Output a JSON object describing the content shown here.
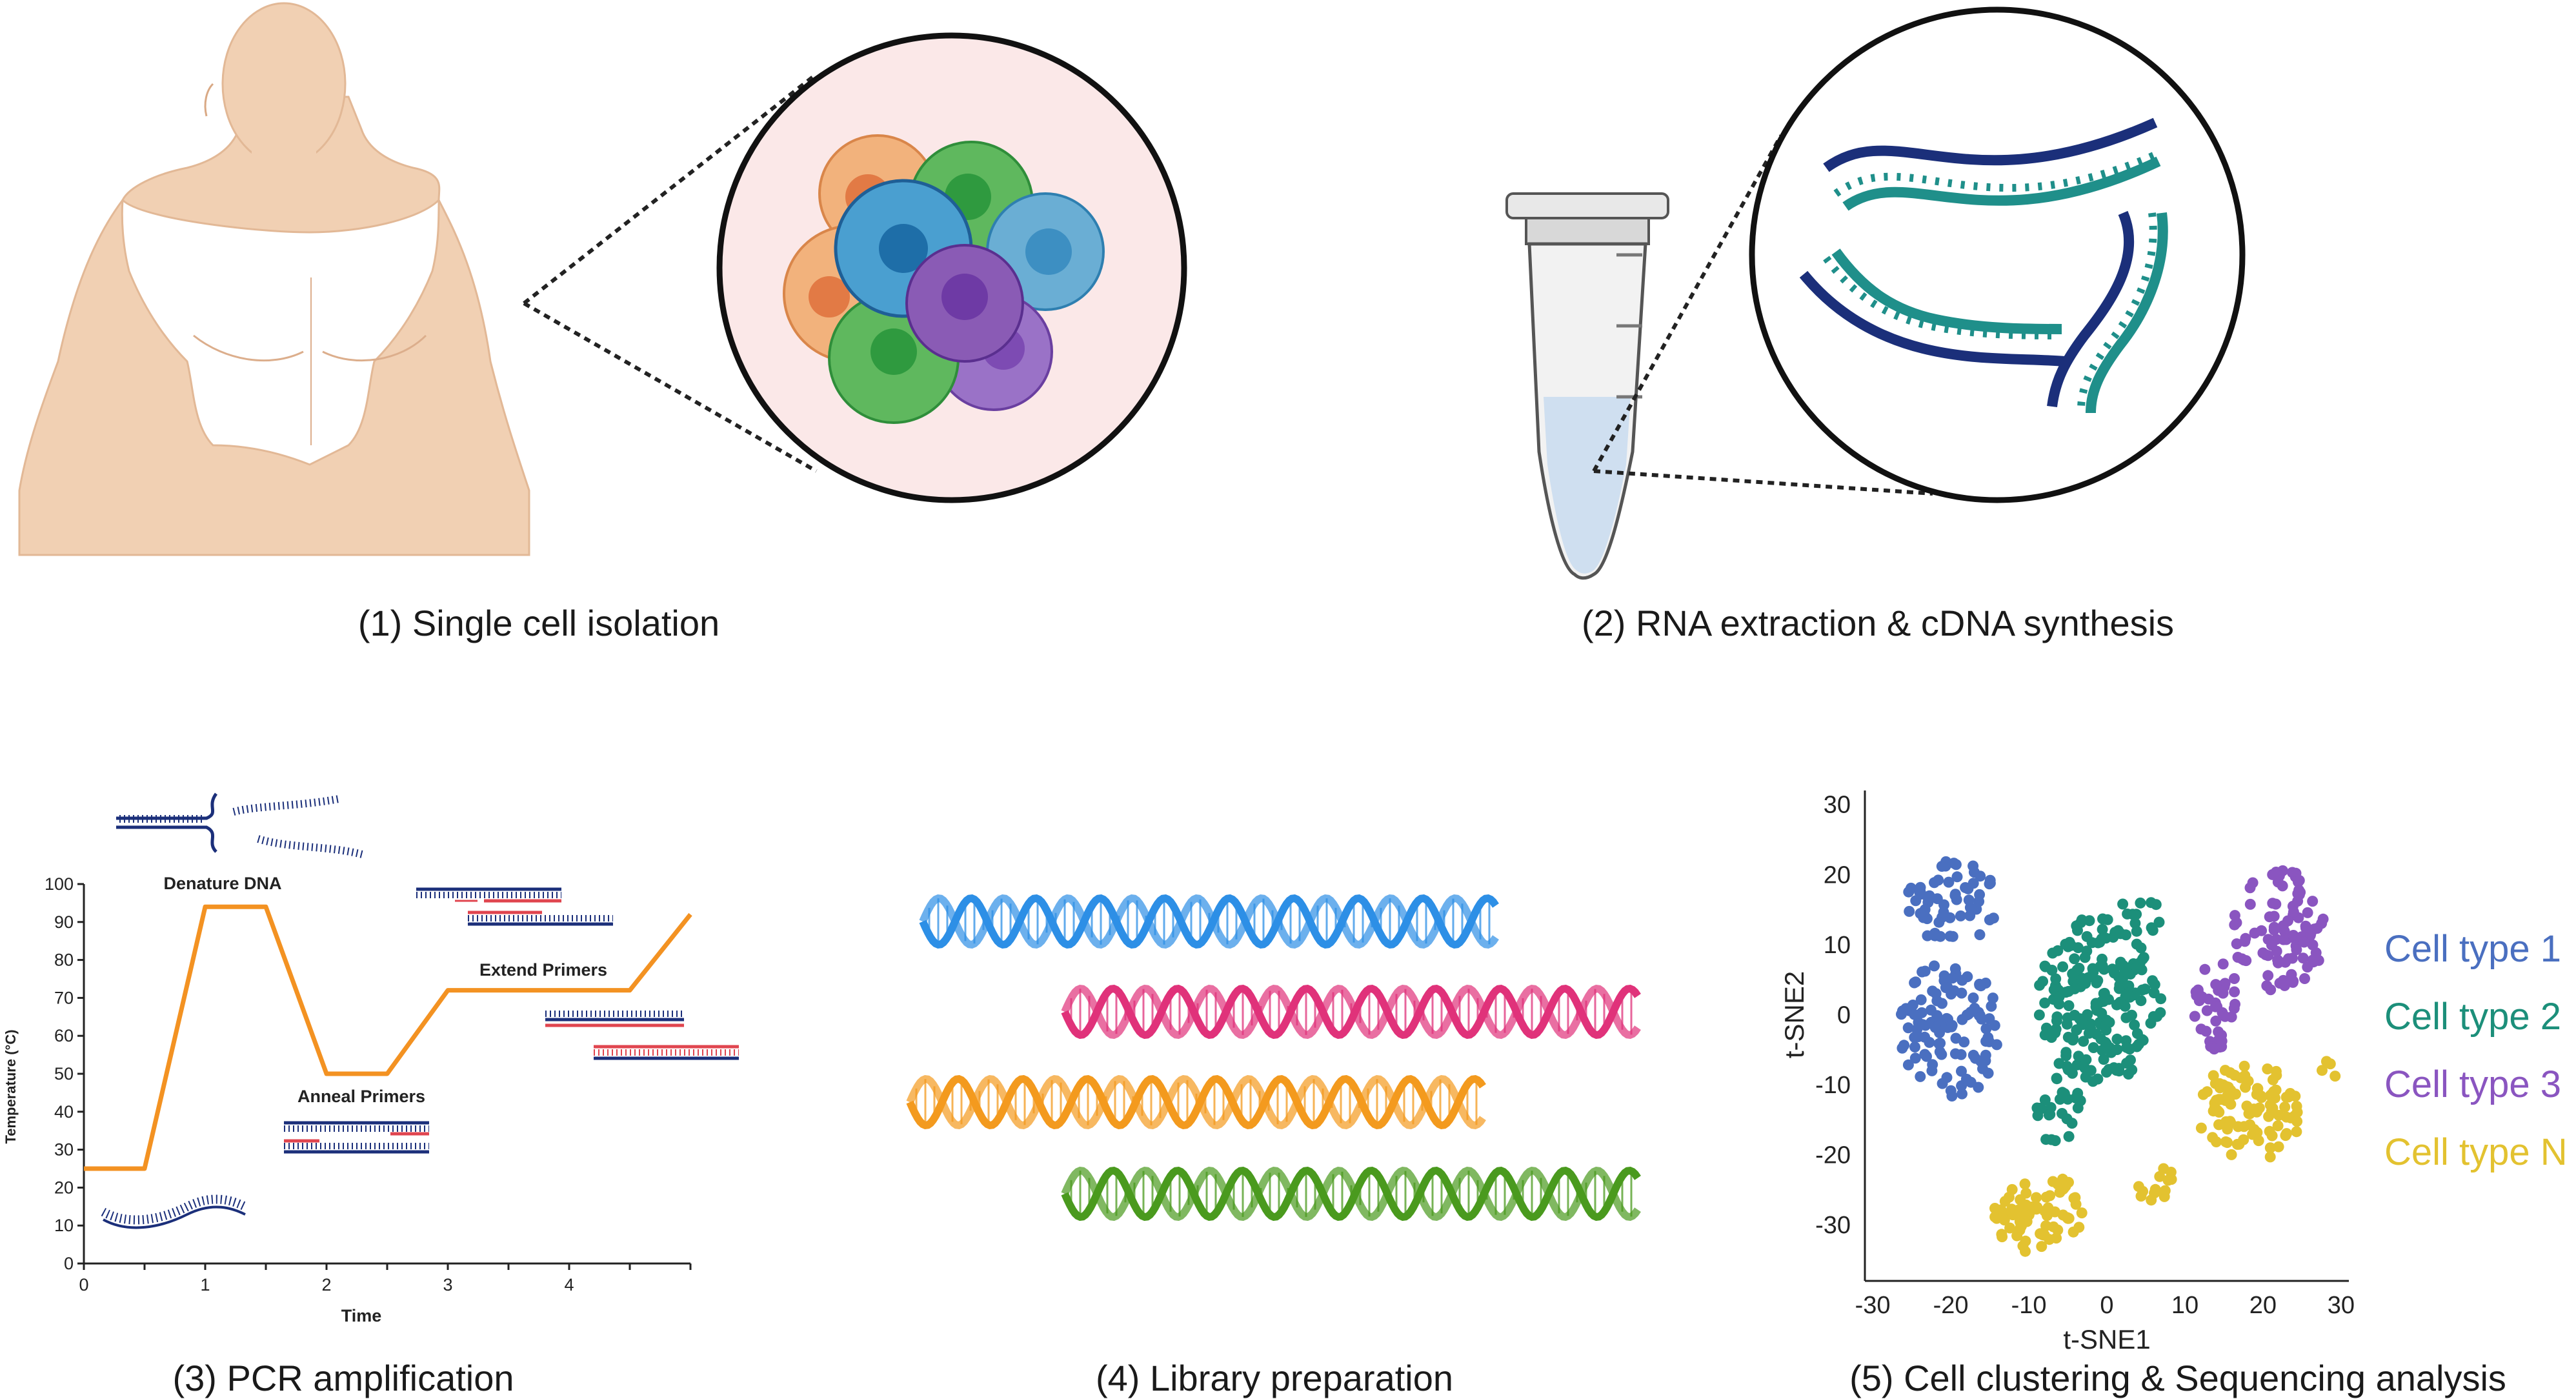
{
  "captions": {
    "step1": "(1) Single cell isolation",
    "step2": "(2) RNA extraction & cDNA synthesis",
    "step3": "(3) PCR amplification",
    "step4": "(4) Library preparation",
    "step5": "(5) Cell clustering & Sequencing analysis"
  },
  "icons": {
    "body": "human-torso-icon",
    "cells": "cell-cluster-icon",
    "tube": "microcentrifuge-tube-icon",
    "rna": "rna-strand-icon",
    "dna": "dna-helix-icon"
  },
  "colors": {
    "skin": "#f1d0b3",
    "cell_orange": "#f2b27c",
    "cell_green": "#5fb85e",
    "cell_blue": "#4a9fd0",
    "cell_purple": "#8a5bb5",
    "rna_dark": "#1b2f7a",
    "rna_teal": "#1f8f8a",
    "pcr_line": "#f39222",
    "primer_red": "#e0454f",
    "helix_blue": "#2d8fe6",
    "helix_pink": "#e0327a",
    "helix_orange": "#f39a1e",
    "helix_green": "#4a9a1e"
  },
  "pcr": {
    "labels": {
      "denature": "Denature DNA",
      "anneal": "Anneal Primers",
      "extend": "Extend Primers"
    },
    "chart_data": {
      "type": "line",
      "xlabel": "Time",
      "ylabel": "Temperature (°C)",
      "xlim": [
        0,
        5
      ],
      "ylim": [
        0,
        100
      ],
      "x_ticks": [
        "0",
        "1",
        "2",
        "3",
        "4"
      ],
      "y_ticks": [
        "0",
        "10",
        "20",
        "30",
        "40",
        "50",
        "60",
        "70",
        "80",
        "90",
        "100"
      ],
      "x": [
        0,
        0.5,
        1.0,
        1.5,
        2.0,
        2.5,
        3.0,
        3.5,
        4.5,
        5.0
      ],
      "y": [
        25,
        25,
        94,
        94,
        50,
        50,
        72,
        72,
        72,
        92
      ]
    }
  },
  "tsne": {
    "chart_data": {
      "type": "scatter",
      "xlabel": "t-SNE1",
      "ylabel": "t-SNE2",
      "xlim": [
        -31,
        31
      ],
      "ylim": [
        -38,
        32
      ],
      "x_ticks": [
        "-30",
        "-20",
        "-10",
        "0",
        "10",
        "20",
        "30"
      ],
      "y_ticks": [
        "30",
        "20",
        "10",
        "0",
        "-10",
        "-20",
        "-30"
      ],
      "series": [
        {
          "name": "Cell type 1",
          "color": "#4a6fc0",
          "clusters": [
            {
              "cx": -20,
              "cy": 16,
              "rx": 6,
              "ry": 6,
              "n": 60
            },
            {
              "cx": -20,
              "cy": -2,
              "rx": 6.5,
              "ry": 10,
              "n": 110
            }
          ]
        },
        {
          "name": "Cell type 2",
          "color": "#1c8f7a",
          "clusters": [
            {
              "cx": -1,
              "cy": 2,
              "rx": 8,
              "ry": 12,
              "n": 200
            },
            {
              "cx": -6,
              "cy": -14,
              "rx": 3,
              "ry": 5,
              "n": 25
            },
            {
              "cx": 4,
              "cy": 14,
              "rx": 3,
              "ry": 3,
              "n": 12
            }
          ]
        },
        {
          "name": "Cell type 3",
          "color": "#8a55c0",
          "clusters": [
            {
              "cx": 22,
              "cy": 12,
              "rx": 6,
              "ry": 9,
              "n": 95
            },
            {
              "cx": 14,
              "cy": 2,
              "rx": 3,
              "ry": 7,
              "n": 40
            }
          ]
        },
        {
          "name": "Cell type N",
          "color": "#e3c230",
          "clusters": [
            {
              "cx": 18,
              "cy": -14,
              "rx": 7,
              "ry": 7,
              "n": 100
            },
            {
              "cx": -9,
              "cy": -28,
              "rx": 6,
              "ry": 6,
              "n": 70
            },
            {
              "cx": 6,
              "cy": -24,
              "rx": 3.5,
              "ry": 2.5,
              "n": 14
            },
            {
              "cx": 28,
              "cy": -8,
              "rx": 1.5,
              "ry": 1.5,
              "n": 4
            }
          ]
        }
      ]
    }
  }
}
